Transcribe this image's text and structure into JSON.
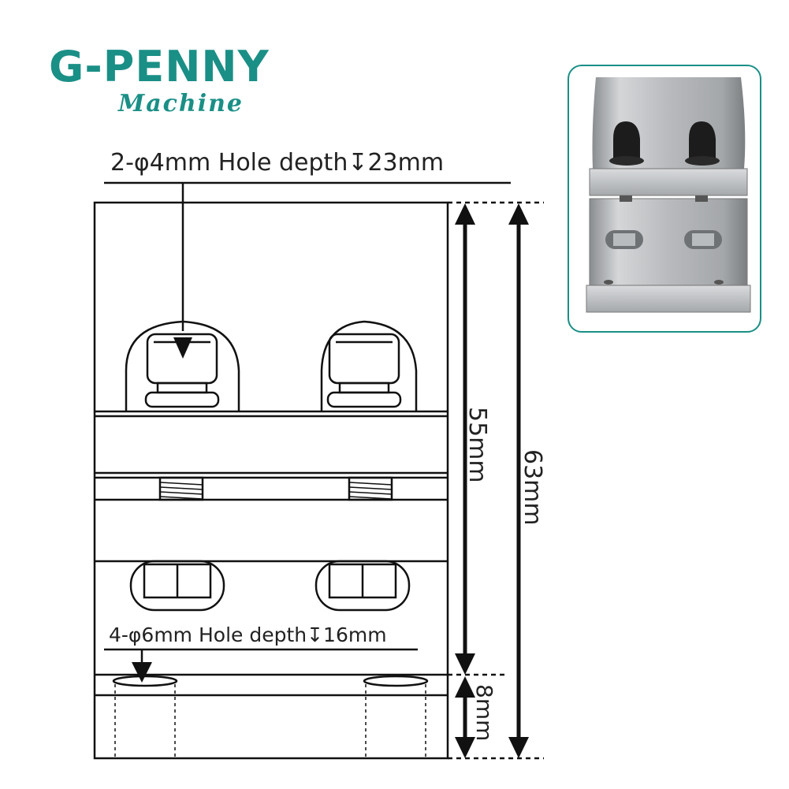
{
  "brand": {
    "name": "G-PENNY",
    "subtitle": "Machine",
    "color": "#1a8f86"
  },
  "annotations": {
    "top_holes": "2-φ4mm Hole depth↧23mm",
    "bottom_holes": "4-φ6mm Hole depth↧16mm"
  },
  "dimensions": {
    "clamp_height": "55mm",
    "total_height": "63mm",
    "base_height": "8mm"
  },
  "photo": {
    "icon": "clamp-product-photo"
  }
}
